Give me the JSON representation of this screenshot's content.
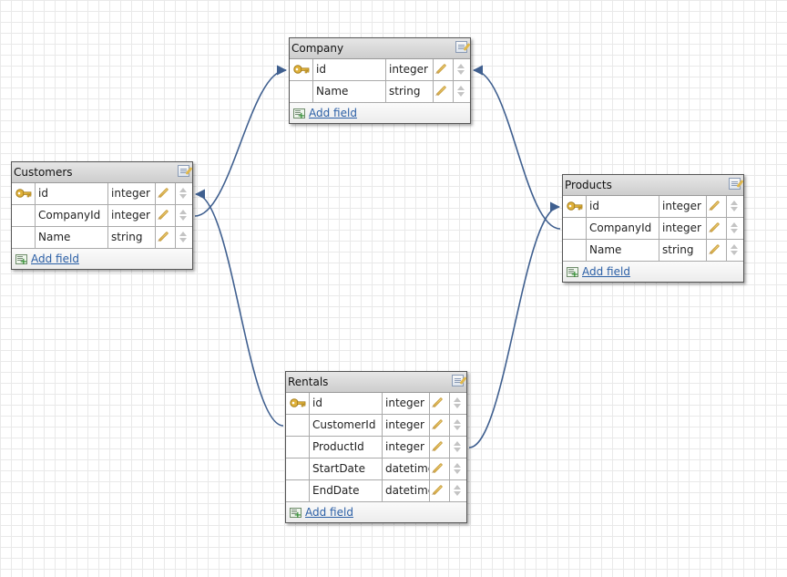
{
  "tables": [
    {
      "id": "company",
      "title": "Company",
      "fields": [
        {
          "name": "id",
          "type": "integer",
          "primary_key": true
        },
        {
          "name": "Name",
          "type": "string",
          "primary_key": false
        }
      ],
      "add_field_label": "Add field"
    },
    {
      "id": "customers",
      "title": "Customers",
      "fields": [
        {
          "name": "id",
          "type": "integer",
          "primary_key": true
        },
        {
          "name": "CompanyId",
          "type": "integer",
          "primary_key": false
        },
        {
          "name": "Name",
          "type": "string",
          "primary_key": false
        }
      ],
      "add_field_label": "Add field"
    },
    {
      "id": "products",
      "title": "Products",
      "fields": [
        {
          "name": "id",
          "type": "integer",
          "primary_key": true
        },
        {
          "name": "CompanyId",
          "type": "integer",
          "primary_key": false
        },
        {
          "name": "Name",
          "type": "string",
          "primary_key": false
        }
      ],
      "add_field_label": "Add field"
    },
    {
      "id": "rentals",
      "title": "Rentals",
      "fields": [
        {
          "name": "id",
          "type": "integer",
          "primary_key": true
        },
        {
          "name": "CustomerId",
          "type": "integer",
          "primary_key": false
        },
        {
          "name": "ProductId",
          "type": "integer",
          "primary_key": false
        },
        {
          "name": "StartDate",
          "type": "datetime",
          "primary_key": false
        },
        {
          "name": "EndDate",
          "type": "datetime",
          "primary_key": false
        }
      ],
      "add_field_label": "Add field"
    }
  ],
  "relationships": [
    {
      "from_table": "customers",
      "from_field": "CompanyId",
      "to_table": "company",
      "to_field": "id"
    },
    {
      "from_table": "products",
      "from_field": "CompanyId",
      "to_table": "company",
      "to_field": "id"
    },
    {
      "from_table": "rentals",
      "from_field": "CustomerId",
      "to_table": "customers",
      "to_field": "id"
    },
    {
      "from_table": "rentals",
      "from_field": "ProductId",
      "to_table": "products",
      "to_field": "id"
    }
  ],
  "colors": {
    "connector": "#3f5f8f",
    "key_icon": "#e0b23a"
  }
}
